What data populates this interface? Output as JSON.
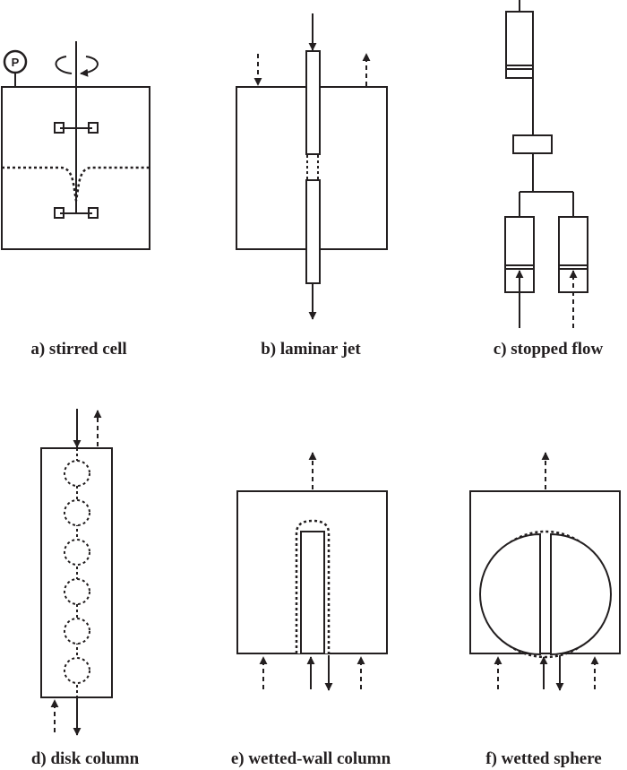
{
  "figure": {
    "panels": [
      {
        "id": "a",
        "label": "a) stirred cell"
      },
      {
        "id": "b",
        "label": "b) laminar jet"
      },
      {
        "id": "c",
        "label": "c) stopped flow"
      },
      {
        "id": "d",
        "label": "d) disk column"
      },
      {
        "id": "e",
        "label": "e) wetted-wall column"
      },
      {
        "id": "f",
        "label": "f) wetted sphere"
      }
    ],
    "pressure_gauge_symbol": "P"
  },
  "colors": {
    "ink": "#231f20",
    "background": "#ffffff"
  }
}
